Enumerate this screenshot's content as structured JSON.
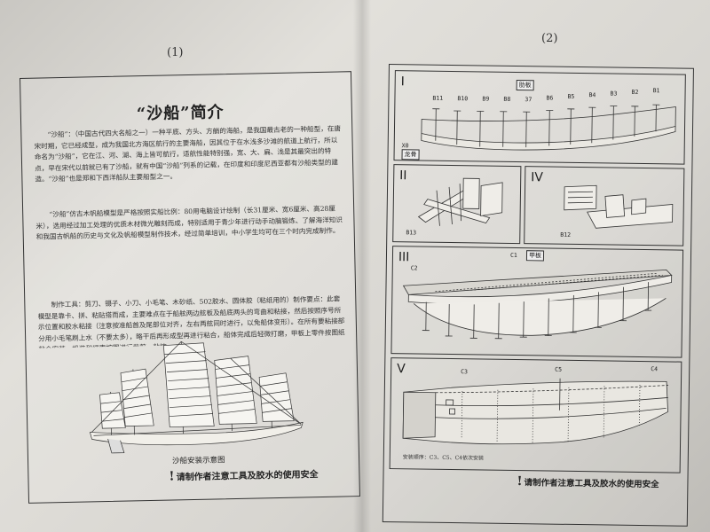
{
  "pages": {
    "left_number": "(1)",
    "right_number": "(2)"
  },
  "intro": {
    "title": "“沙船”简介",
    "paragraph_1": "“沙船”：（中国古代四大名船之一）一种平底、方头、方艄的海船，是我国最古老的一种船型，在唐宋时期，它已经成型，成为我国北方海区航行的主要海船，因其位于在水浅多沙滩的航道上航行，所以命名为“沙船”，它在江、河、湖、海上皆可航行，适航性能特别强，宽、大、扁、浅是其最突出的特点，早在宋代以前就已有了沙船，就有中国“沙船”列系的记载，在印度和印度尼西亚都有沙船类型的建造。“沙船”也是郑和下西洋船队主要船型之一。",
    "paragraph_2": "“沙船”仿古木帆船模型是严格按照实船比例：80用电脑设计绘制（长31厘米、宽6厘米、高28厘米），选用经过加工处理的优质木材微光雕刻而成，特别适用于青少年进行动手动脑锻炼、了解海洋知识和我国古帆船的历史与文化及帆船模型制作技术，经过简单培训，中小学生均可在三个时内完成制作。",
    "paragraph_3": "制作工具：剪刀、镊子、小刀、小毛笔、木砂纸、502胶水、圆体胶（粘纸用的）制作要点：此套模型是靠卡、拼、粘贴搭而成，主要难点在于船舷两边舷板及船底两头的弯曲和粘接，然后按照序号所示位置和胶水粘接（注意按准船首及尾部位对齐，左右两舷同时进行，以免船体变形）。在所有要粘接部分用小毛笔刷上水（不要太多），略干后再形成型再进行粘合，船体完成后轻微打磨，甲板上零件按图纸粘合安装，帆装和绳索按图进行裁剪，粘控。",
    "diagram_caption": "沙船安装示意图",
    "warning": "请制作者注意工具及胶水的使用安全"
  },
  "assembly": {
    "steps": [
      "I",
      "II",
      "III",
      "IV",
      "V"
    ],
    "step1": {
      "tag": "肋板",
      "labels": [
        "B11",
        "B10",
        "B9",
        "B8",
        "37",
        "B6",
        "B5",
        "B4",
        "B3",
        "B2",
        "B1"
      ],
      "x_labels": [
        "X0",
        "龙骨"
      ]
    },
    "step2": {
      "label": "B13"
    },
    "step4": {
      "label": "B12"
    },
    "step3": {
      "tag": "甲板",
      "labels": [
        "C2",
        "C1"
      ]
    },
    "step5": {
      "labels": [
        "C3",
        "C5",
        "C4"
      ],
      "note": "安装顺序：C3、C5、C4依次安装"
    },
    "warning": "请制作者注意工具及胶水的使用安全"
  }
}
